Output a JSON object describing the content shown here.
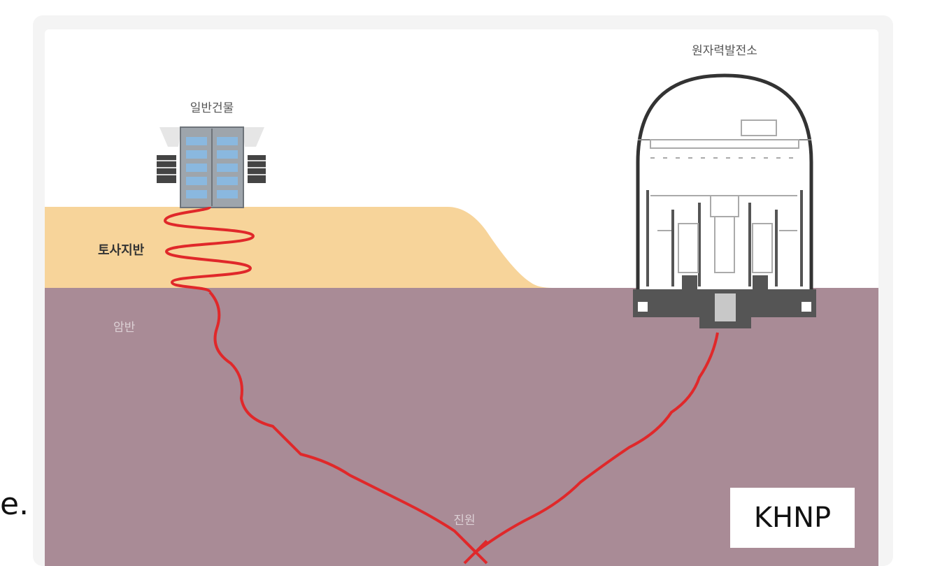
{
  "labels": {
    "building": "일반건물",
    "plant": "원자력발전소",
    "soil": "토사지반",
    "bedrock": "암반",
    "epicenter": "진원"
  },
  "caption_fragment": "e.",
  "badge": "KHNP",
  "colors": {
    "card": "#f6f6f6",
    "soil": "#f7d49a",
    "bedrock": "#a98b96",
    "wave": "#e0282a",
    "building": "#9fa6ad",
    "window": "#8ab8df",
    "structure": "#555555"
  }
}
